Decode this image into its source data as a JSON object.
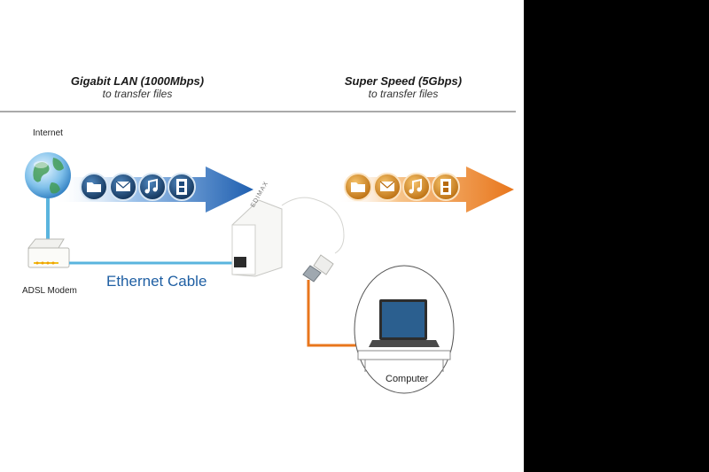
{
  "left_heading": {
    "title": "Gigabit LAN (1000Mbps)",
    "subtitle": "to transfer files"
  },
  "right_heading": {
    "title": "Super Speed (5Gbps)",
    "subtitle": "to transfer files"
  },
  "labels": {
    "internet": "Internet",
    "modem": "ADSL Modem",
    "cable": "Ethernet Cable",
    "computer": "Computer",
    "brand": "EDIMAX"
  },
  "colors": {
    "lan_blue": "#2a6db3",
    "usb_orange": "#e8761c",
    "cable_cyan": "#5ab4de"
  },
  "icons": [
    "folder-icon",
    "mail-icon",
    "music-icon",
    "film-icon"
  ]
}
